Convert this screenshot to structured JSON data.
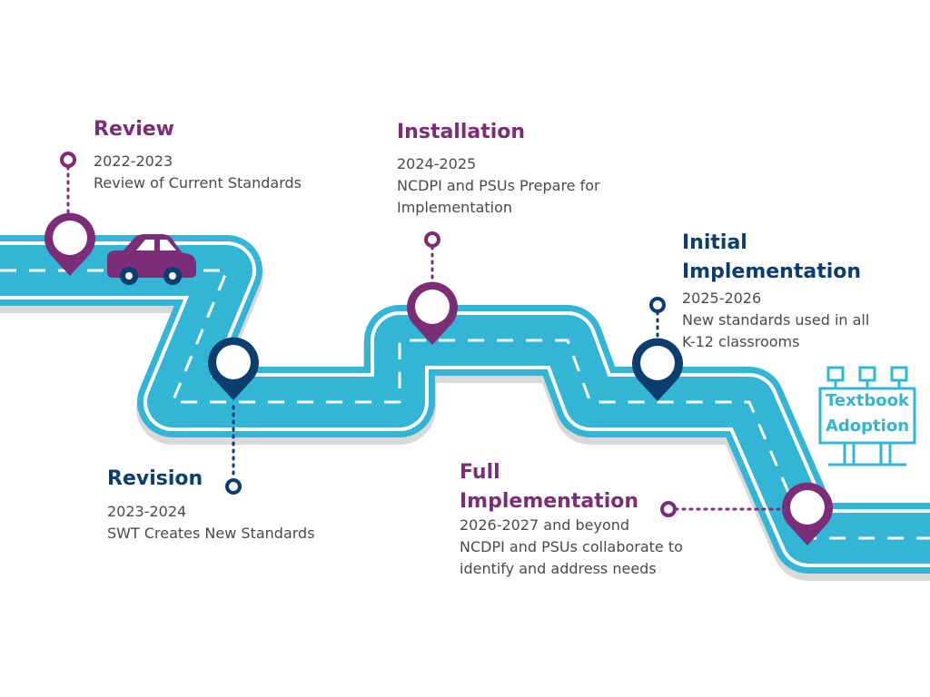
{
  "colors": {
    "road": "#33b5d5",
    "road_shadow": "#d9d9d9",
    "lane": "#ffffff",
    "purple": "#7b2d78",
    "navy": "#0b3d6e",
    "text": "#4a4a4a"
  },
  "stages": [
    {
      "title": "Review",
      "years": "2022-2023",
      "desc": [
        "Review of Current Standards"
      ],
      "color": "purple"
    },
    {
      "title": "Revision",
      "years": "2023-2024",
      "desc": [
        "SWT Creates New Standards"
      ],
      "color": "navy"
    },
    {
      "title": "Installation",
      "years": "2024-2025",
      "desc": [
        "NCDPI and PSUs Prepare for",
        "Implementation"
      ],
      "color": "purple"
    },
    {
      "title_lines": [
        "Initial",
        "Implementation"
      ],
      "years": "2025-2026",
      "desc": [
        "New standards used in all",
        "K-12 classrooms"
      ],
      "color": "navy"
    },
    {
      "title_lines": [
        "Full",
        "Implementation"
      ],
      "years": "2026-2027 and beyond",
      "desc": [
        "NCDPI and PSUs collaborate to",
        "identify and address needs"
      ],
      "color": "purple"
    }
  ],
  "billboard": {
    "lines": [
      "Textbook",
      "Adoption"
    ]
  },
  "icons": [
    "map-pin-icon",
    "car-icon",
    "billboard-icon"
  ]
}
